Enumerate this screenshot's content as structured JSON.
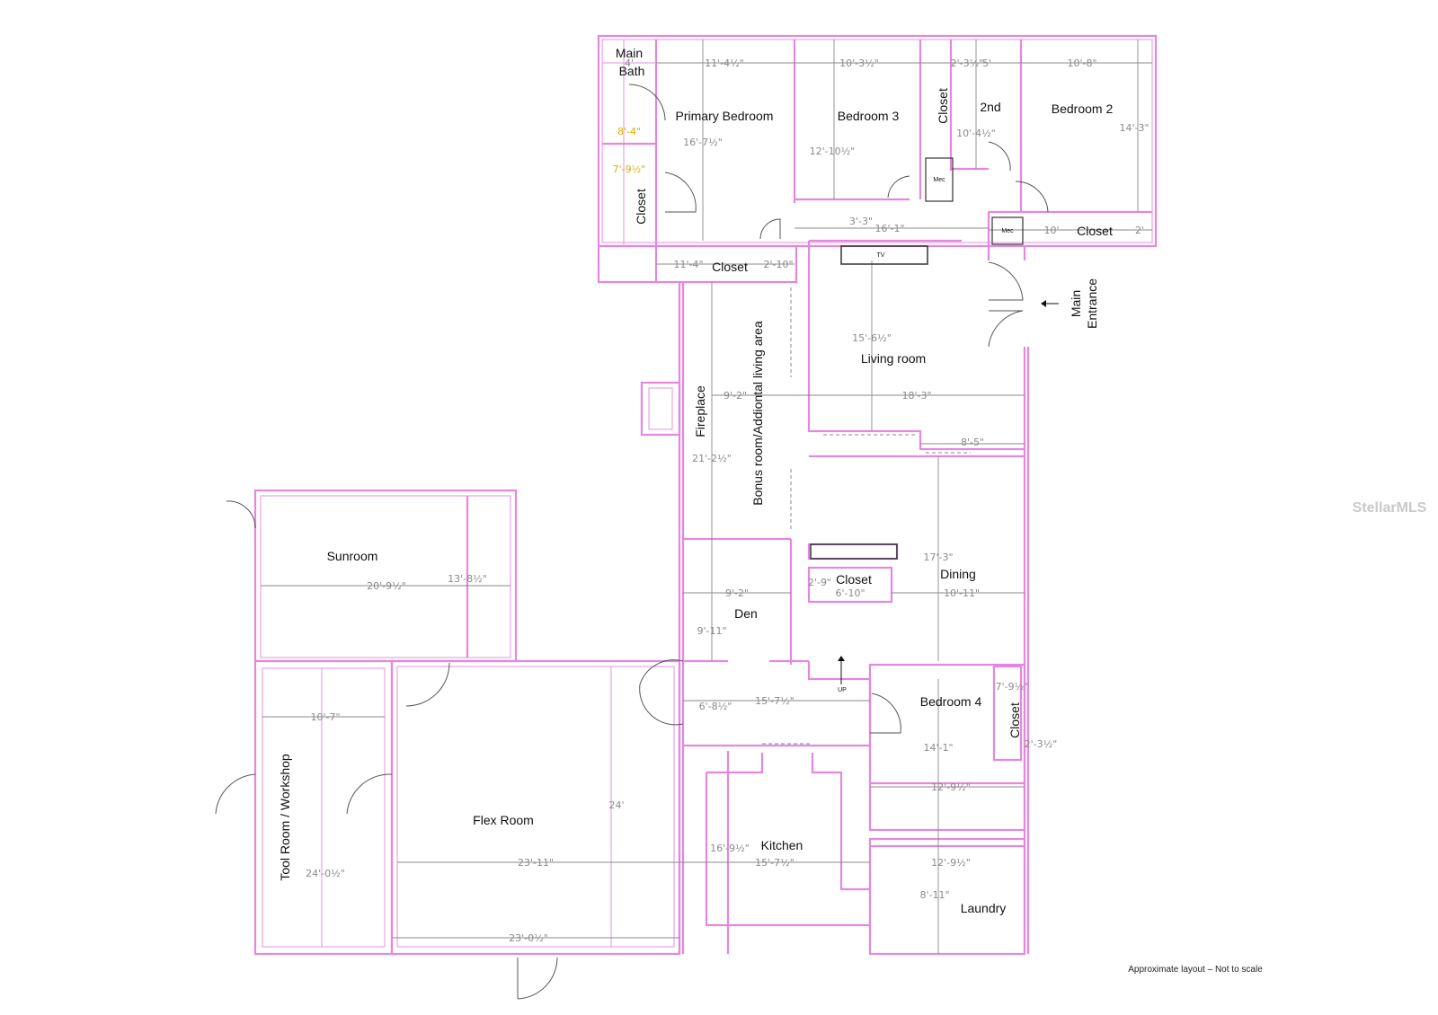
{
  "rooms": {
    "main_bath": [
      "Main",
      "Bath"
    ],
    "primary_bedroom": "Primary Bedroom",
    "bedroom3": "Bedroom 3",
    "closet": "Closet",
    "second": "2nd",
    "bedroom2": "Bedroom 2",
    "mec": "Mec",
    "tv": "TV",
    "main_entrance": [
      "Main",
      "Entrance"
    ],
    "living_room": "Living room",
    "fireplace": "Fireplace",
    "bonus_room": "Bonus room/Addiontal living area",
    "sunroom": "Sunroom",
    "dining": "Dining",
    "den": "Den",
    "bedroom4": "Bedroom 4",
    "tool_room": "Tool Room / Workshop",
    "flex_room": "Flex Room",
    "kitchen": "Kitchen",
    "laundry": "Laundry",
    "up": "UP"
  },
  "dimensions": {
    "mb_w": "4'",
    "pb_w": "11'-4½\"",
    "b3_w": "10'-3½\"",
    "c2_w": "2'-3½\"",
    "c2_w2": "5'",
    "b2_w": "10'-8\"",
    "mb_h": "8'-4\"",
    "pb_h": "16'-7½\"",
    "b3_h": "12'-10½\"",
    "s2_h": "10'-4½\"",
    "b2_h": "14'-3\"",
    "cl_h": "7'-9½\"",
    "hall_a": "3'-3\"",
    "hall_b": "16'-1\"",
    "bc_w": "10'",
    "bc_w2": "2'",
    "cl_w": "11'-4\"",
    "cl_w2": "2'-10\"",
    "lr_h": "15'-6½\"",
    "bonus_w": "9'-2\"",
    "lr_w": "18'-3\"",
    "lr_w2": "8'-5\"",
    "bonus_h": "21'-2½\"",
    "dining_h": "17'-3\"",
    "sun_h": "13'-8½\"",
    "sun_w": "20'-9½\"",
    "closet_a": "2'-9\"",
    "closet_b": "6'-10\"",
    "dining_w": "10'-11\"",
    "den_w": "9'-2\"",
    "den_h": "9'-11\"",
    "b4_closet": "7'-9½\"",
    "hall2_a": "6'-8½\"",
    "hall2_b": "15'-7½\"",
    "tool_w": "10'-7\"",
    "b4_h": "14'-1\"",
    "b4_c2": "2'-3½\"",
    "b4_w": "12'-9½\"",
    "flex_h": "24'",
    "kit_h": "16'-9½\"",
    "kit_w": "15'-7½\"",
    "flex_w": "23'-11\"",
    "laun_w": "12'-9½\"",
    "tool_h": "24'-0½\"",
    "laun_h": "8'-11\"",
    "flex_w2": "23'-0½\""
  },
  "footer_note": "Approximate layout – Not to scale",
  "watermark": "StellarMLS",
  "colors": {
    "wall": "#e487df",
    "dimension": "#8a8a8a",
    "highlight_dim": "#d8b000"
  }
}
